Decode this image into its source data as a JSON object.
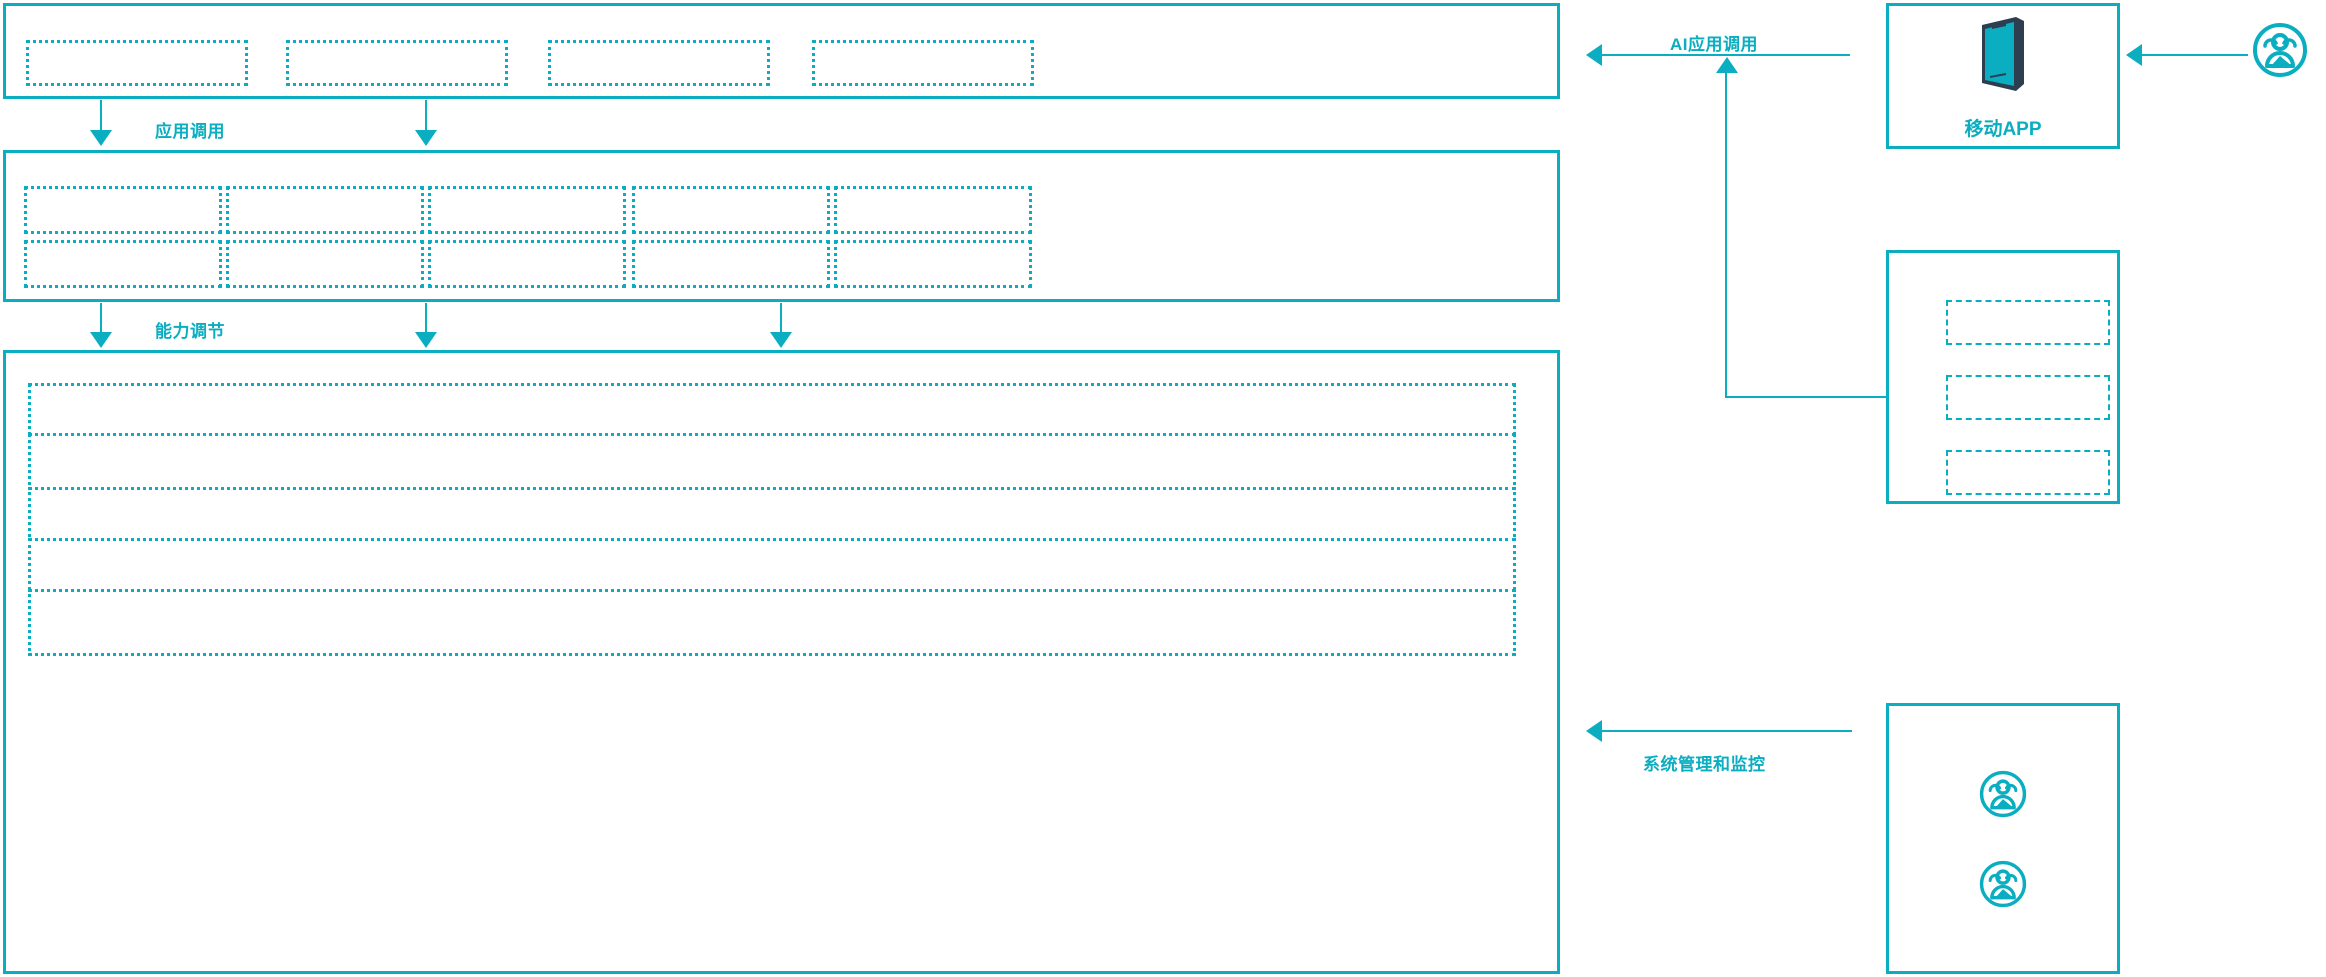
{
  "theme": {
    "accent": "#0aaec0",
    "phone_frame": "#2c3e50",
    "phone_screen": "#0aaec0",
    "background": "#ffffff"
  },
  "layers": {
    "application_layer": {
      "name": "application-layer-panel",
      "blocks": [
        "",
        "",
        "",
        ""
      ]
    },
    "capability_layer": {
      "name": "capability-layer-panel",
      "rows": [
        [
          "",
          "",
          "",
          "",
          ""
        ],
        [
          "",
          "",
          "",
          "",
          ""
        ]
      ]
    },
    "platform_layer": {
      "name": "platform-layer-panel",
      "rows": [
        "",
        "",
        "",
        "",
        ""
      ]
    }
  },
  "connectors": [
    {
      "id": "app-call",
      "label": "应用调用",
      "direction": "down",
      "arrows": 2
    },
    {
      "id": "capability-adjust",
      "label": "能力调节",
      "direction": "down",
      "arrows": 3
    },
    {
      "id": "ai-app-call",
      "label": "AI应用调用",
      "direction": "left",
      "arrows": 1
    },
    {
      "id": "system-management",
      "label": "系统管理和监控",
      "direction": "left",
      "arrows": 1
    }
  ],
  "right_panels": [
    {
      "id": "mobile-app",
      "caption": "移动APP",
      "icon": "mobile-phone-icon",
      "has_caption": true
    },
    {
      "id": "channel-panel",
      "caption": "",
      "blocks": [
        "",
        "",
        ""
      ],
      "has_caption": false
    },
    {
      "id": "operations-panel",
      "caption": "",
      "icons": [
        "user-group-icon",
        "user-group-icon"
      ],
      "has_caption": false
    }
  ],
  "external_actor": {
    "id": "external-user",
    "icon": "user-group-icon",
    "label": ""
  }
}
